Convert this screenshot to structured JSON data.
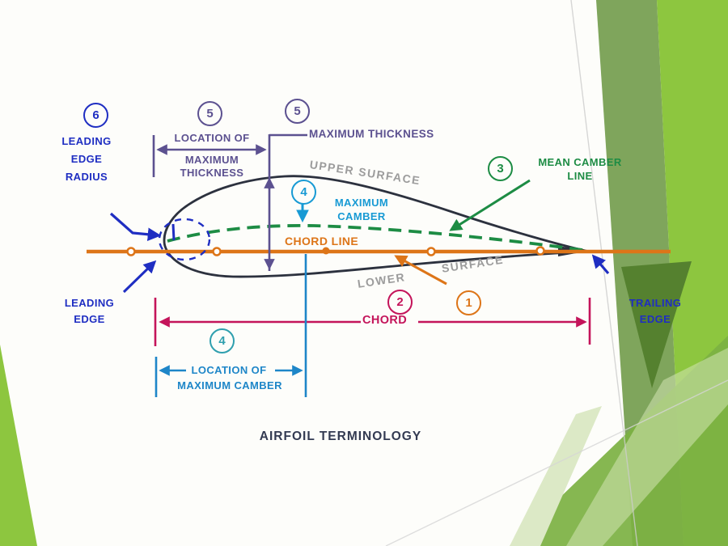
{
  "slide_title": "AIRFOIL TERMINOLOGY",
  "badges": {
    "leading_edge_radius_num": "6",
    "location_max_thickness_num": "5",
    "max_thickness_num": "5",
    "mean_camber_num": "3",
    "max_camber_num": "4",
    "location_max_camber_num": "4",
    "chord_num": "2",
    "chord_line_num": "1"
  },
  "labels": {
    "leading_edge_radius_1": "LEADING",
    "leading_edge_radius_2": "EDGE",
    "leading_edge_radius_3": "RADIUS",
    "location_max_thickness_1": "LOCATION OF",
    "location_max_thickness_2": "MAXIMUM",
    "location_max_thickness_3": "THICKNESS",
    "max_thickness": "MAXIMUM THICKNESS",
    "upper_surface": "UPPER SURFACE",
    "mean_camber_1": "MEAN CAMBER",
    "mean_camber_2": "LINE",
    "max_camber_1": "MAXIMUM",
    "max_camber_2": "CAMBER",
    "chord_line": "CHORD LINE",
    "lower_surface_1": "LOWER",
    "lower_surface_2": "SURFACE",
    "chord": "CHORD",
    "leading_edge_1": "LEADING",
    "leading_edge_2": "EDGE",
    "trailing_edge_1": "TRAILING",
    "trailing_edge_2": "EDGE",
    "location_max_camber_1": "LOCATION OF",
    "location_max_camber_2": "MAXIMUM CAMBER"
  },
  "colors": {
    "bg": "#fdfdfa",
    "blue": "#1f2ec2",
    "purple": "#5c5190",
    "green": "#1d8c44",
    "orange": "#dd7518",
    "crimson": "#c4145a",
    "cyan_bright": "#189ad4",
    "cyan": "#1e86c8",
    "teal": "#2f9fae",
    "gray": "#9c9c9c",
    "dark": "#2c313e",
    "title": "#333a52",
    "green_bright": "#8dc63f",
    "green_sage": "#7fa55c",
    "green_dark": "#55812f",
    "green_mid": "#7cb142",
    "green_pale": "#dce9c6"
  }
}
